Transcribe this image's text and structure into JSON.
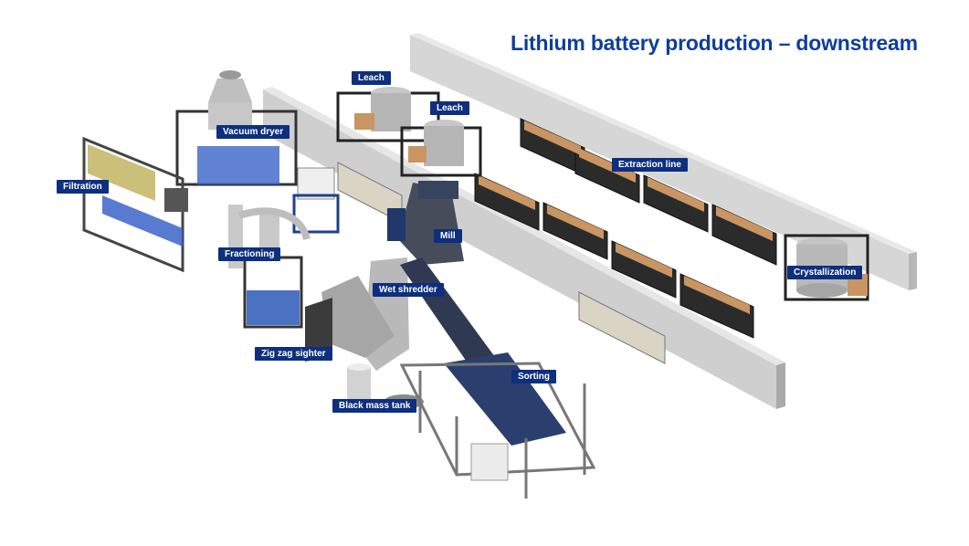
{
  "title": "Lithium battery production – downstream",
  "colors": {
    "title": "#0d3e9a",
    "label_bg": "#0d2f7e",
    "label_text": "#ffffff",
    "wall": "#cfcfcf",
    "frame": "#444444",
    "tank": "#b9b9b9",
    "accent_blue": "#2b58b8",
    "crate": "#c99562"
  },
  "labels": {
    "leach_1": "Leach",
    "leach_2": "Leach",
    "vacuum_dryer": "Vacuum dryer",
    "filtration": "Filtration",
    "fractioning": "Fractioning",
    "mill": "Mill",
    "extraction_line": "Extraction line",
    "crystallization": "Crystallization",
    "wet_shredder": "Wet shredder",
    "zig_zag_sighter": "Zig zag sighter",
    "sorting": "Sorting",
    "black_mass_tank": "Black mass tank"
  }
}
